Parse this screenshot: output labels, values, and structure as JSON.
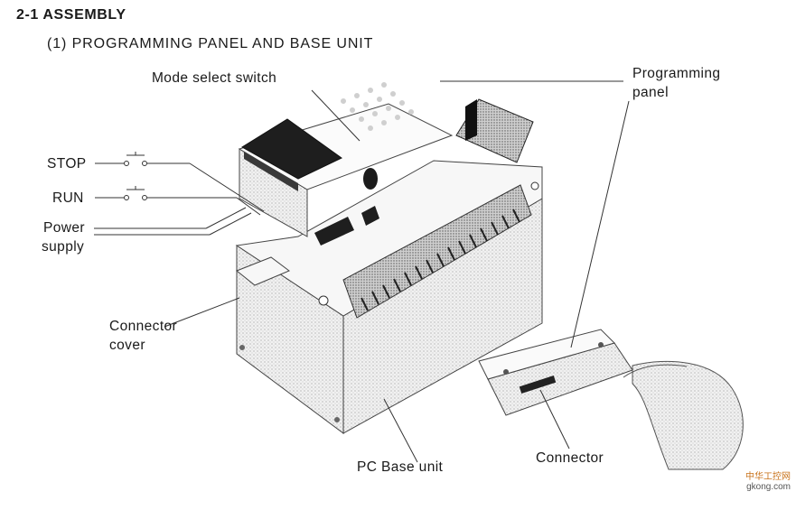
{
  "section_title": "2-1 ASSEMBLY",
  "subsection_title": "(1) PROGRAMMING PANEL AND BASE UNIT",
  "labels": {
    "mode_select_switch": "Mode select switch",
    "programming_panel_line1": "Programming",
    "programming_panel_line2": "panel",
    "stop": "STOP",
    "run": "RUN",
    "power_line1": "Power",
    "power_line2": "supply",
    "connector_cover_line1": "Connector",
    "connector_cover_line2": "cover",
    "pc_base_unit": "PC Base unit",
    "connector": "Connector"
  },
  "watermark": {
    "name": "中华工控网",
    "domain": "gkong.com",
    "color": "#c9741d"
  }
}
